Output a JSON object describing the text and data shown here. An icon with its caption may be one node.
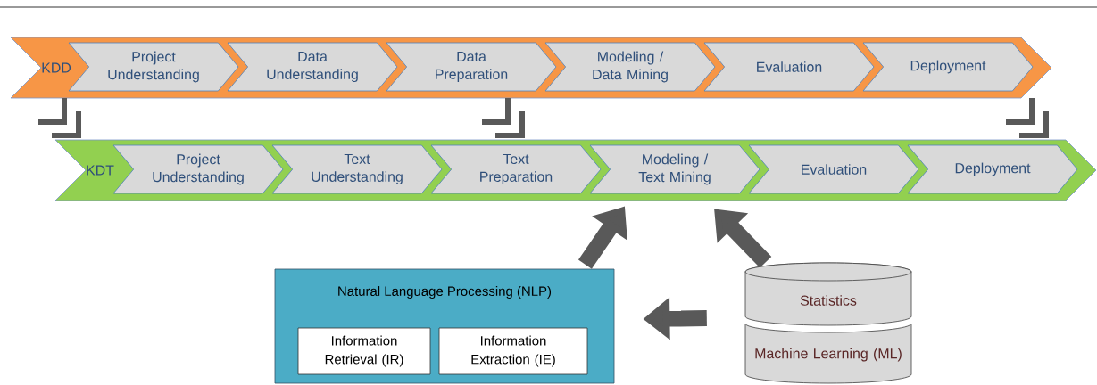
{
  "diagram": {
    "nodes": [
      {
        "text": [
          "KDD"
        ]
      },
      {
        "text": [
          "Project Understanding"
        ],
        "in": 0
      },
      {
        "text": [
          "Data Understanding"
        ],
        "in": 0
      },
      {
        "text": [
          "Data Preparation"
        ],
        "in": 0
      },
      {
        "text": [
          "Modeling / Data Mining"
        ],
        "in": 0
      },
      {
        "text": [
          "Evaluation"
        ],
        "in": 0
      },
      {
        "text": [
          "Deployment"
        ],
        "in": 0
      },
      {
        "text": [
          "KDT"
        ]
      },
      {
        "text": [
          "Project Understanding"
        ],
        "in": 7
      },
      {
        "text": [
          "Text Understanding"
        ],
        "in": 7
      },
      {
        "text": [
          "Text Preparation"
        ],
        "in": 7
      },
      {
        "text": [
          "Modeling / Text Mining"
        ],
        "in": 7
      },
      {
        "text": [
          "Evaluation"
        ],
        "in": 7
      },
      {
        "text": [
          "Deployment"
        ],
        "in": 7
      },
      {
        "text": [
          "Natural Language Processing (NLP)"
        ]
      },
      {
        "text": [
          "Information Retrieval (IR)"
        ],
        "in": 14
      },
      {
        "text": [
          "Information Extraction (IE)"
        ],
        "in": 14
      },
      {
        "text": [
          "Statistics",
          "Machine Learning (ML)"
        ]
      }
    ],
    "edges": [
      {
        "from": 14,
        "to": 11,
        "arrow": "to"
      },
      {
        "from": 17,
        "to": 11,
        "arrow": "to"
      },
      {
        "from": 17,
        "to": 14,
        "arrow": "to"
      }
    ]
  }
}
